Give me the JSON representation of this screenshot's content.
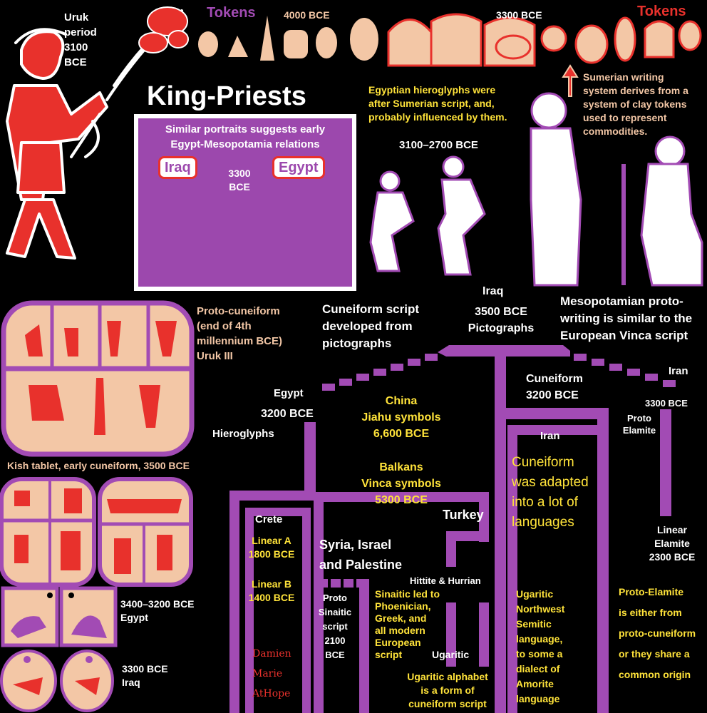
{
  "colors": {
    "background": "#000000",
    "purple": "#a24bb4",
    "clay": "#f3c7a6",
    "red": "#e8312c",
    "yellow": "#ffe33a",
    "white": "#ffffff"
  },
  "header": {
    "uruk": "Uruk\nperiod\n3100\nBCE",
    "tokens_left": "Tokens",
    "date_4000": "4000 BCE",
    "date_3300": "3300 BCE",
    "tokens_right": "Tokens",
    "title": "King-Priests"
  },
  "panel": {
    "caption": "Similar portraits suggests early\nEgypt-Mesopotamia relations",
    "tag_iraq": "Iraq",
    "tag_egypt": "Egypt",
    "date": "3300\nBCE"
  },
  "notes": {
    "egypt_hieroglyphs": "Egyptian hieroglyphs were\nafter Sumerian script, and,\nprobably influenced by them.",
    "sumerian_tokens": "Sumerian writing\nsystem derives from a\nsystem of clay tokens\nused to represent\ncommodities.",
    "priest_date": "3100–2700 BCE",
    "proto_cuneiform": "Proto-cuneiform\n(end of 4th\nmillennium BCE)\nUruk III",
    "cuneiform_from_pictographs": "Cuneiform script\ndeveloped from\npictographs",
    "iraq": "Iraq",
    "iraq_date": "3500 BCE\nPictographs",
    "vinca_note": "Mesopotamian proto-\nwriting is similar to the\nEuropean Vinca script",
    "kish": "Kish tablet, early cuneiform, 3500 BCE",
    "egypt_tablet": "3400–3200 BCE\nEgypt",
    "iraq_tablet": "3300 BCE\nIraq"
  },
  "tree": {
    "egypt": "Egypt",
    "egypt_date": "3200 BCE",
    "hieroglyphs": "Hieroglyphs",
    "china": "China\nJiahu symbols\n6,600 BCE",
    "balkans": "Balkans\nVinca symbols\n5300 BCE",
    "cuneiform": "Cuneiform\n3200 BCE",
    "iran_top": "Iran",
    "iran_date": "3300 BCE",
    "proto_elamite": "Proto\nElamite",
    "iran": "Iran",
    "cuneiform_adapted": "Cuneiform\nwas adapted\ninto a lot of\nlanguages",
    "turkey": "Turkey",
    "crete": "Crete",
    "linear_a": "Linear A\n1800 BCE",
    "linear_b": "Linear B\n1400 BCE",
    "signature": "Damien\nMarie\nAtHope",
    "syria": "Syria, Israel\nand Palestine",
    "hittite": "Hittite & Hurrian",
    "proto_sinaitic": "Proto\nSinaitic\nscript\n2100\nBCE",
    "sinaitic_note": "Sinaitic led to\nPhoenician,\nGreek, and\nall modern\nEuropean\nscript",
    "ugaritic": "Ugaritic",
    "ugaritic_alphabet": "Ugaritic alphabet\nis a form of\ncuneiform script",
    "ugaritic_nw": "Ugaritic\nNorthwest\nSemitic\nlanguage,\nto some a\ndialect of\nAmorite\nlanguage",
    "linear_elamite": "Linear\nElamite\n2300 BCE",
    "proto_elamite_note": "Proto-Elamite\nis either from\nproto-cuneiform\nor they share a\ncommon origin"
  }
}
